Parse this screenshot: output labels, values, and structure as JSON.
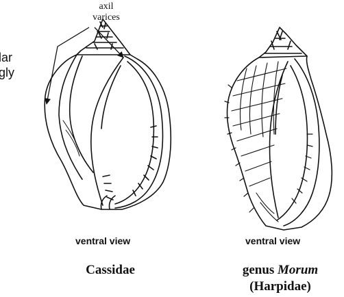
{
  "annotations": {
    "axil_line1": "axil",
    "axil_line2": "varices",
    "cut_line1": "lar",
    "cut_line2": "gly"
  },
  "figures": [
    {
      "view_label": "ventral view",
      "family_label": "Cassidae"
    },
    {
      "view_label": "ventral view",
      "genus_word": "genus ",
      "genus_name": "Morum",
      "family_label": "(Harpidae)"
    }
  ],
  "colors": {
    "ink": "#111111",
    "background": "#ffffff"
  }
}
